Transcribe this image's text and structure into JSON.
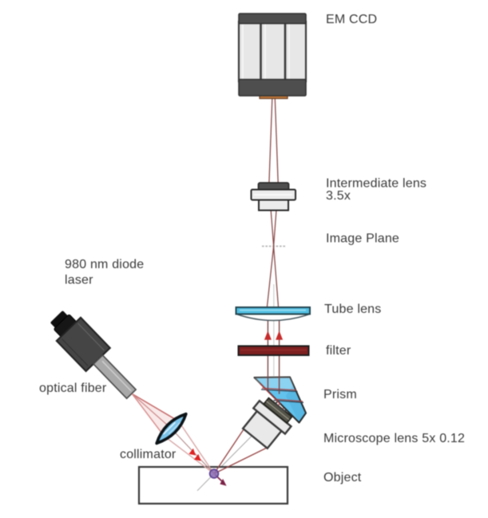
{
  "figure": {
    "type": "optical-setup-diagram",
    "background": "#ffffff",
    "labels": {
      "em_ccd": "EM CCD",
      "intermediate_lens_line1": "Intermediate lens",
      "intermediate_lens_line2": "3.5x",
      "image_plane": "Image Plane",
      "tube_lens": "Tube lens",
      "filter": "filter",
      "prism": "Prism",
      "microscope_lens": "Microscope lens 5x 0.12",
      "object": "Object",
      "laser_line1": "980 nm diode",
      "laser_line2": "laser",
      "optical_fiber": "optical fiber",
      "collimator": "collimator"
    },
    "colors": {
      "beam_red": "#8a4a4a",
      "beam_pink": "#dba4a4",
      "arrow_red": "#d42525",
      "glass_blue": "#5cbdea",
      "tube_lens_blue": "#52c0e4",
      "filter_maroon": "#7d2020",
      "metal_dark": "#4e4e4e",
      "metal_light": "#e9e9e9",
      "focus_purple": "#8a6cb4",
      "transmitted_arrow": "#7c2347",
      "ccd_mount_orange": "#c0763a",
      "label_text": "#3a3a3a"
    }
  }
}
